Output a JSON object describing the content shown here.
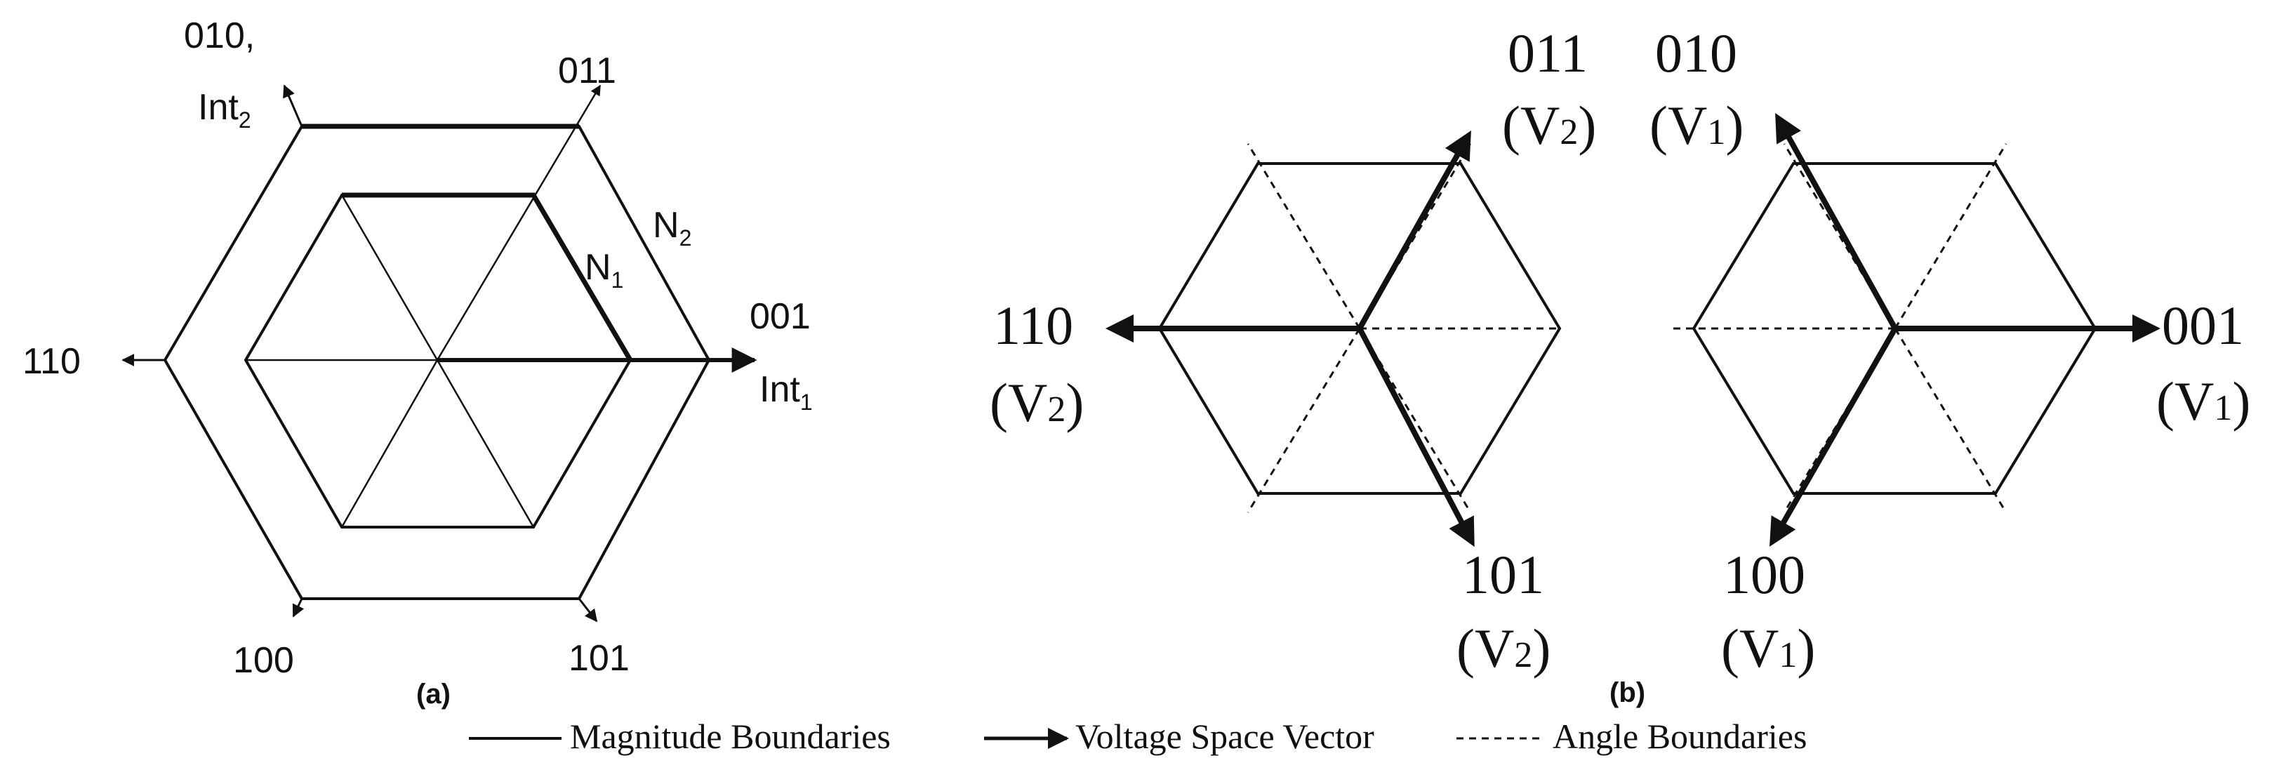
{
  "panel_a": {
    "caption": "(a)",
    "vectors": {
      "v001": "001",
      "v001_sub": "Int",
      "v001_sub_index": "1",
      "v011": "011",
      "v010": "010,",
      "v010_sub": "Int",
      "v010_sub_index": "2",
      "v110": "110",
      "v100": "100",
      "v101": "101"
    },
    "hexagon_labels": {
      "n1": "N",
      "n1_index": "1",
      "n2": "N",
      "n2_index": "2"
    }
  },
  "panel_b": {
    "caption": "(b)",
    "left_hexagon": {
      "top": "011",
      "top_sub": "(V",
      "top_sub_index": "2",
      "top_sub_close": ")",
      "left": "110",
      "left_sub": "(V",
      "left_sub_index": "2",
      "left_sub_close": ")",
      "bottom": "101",
      "bottom_sub": "(V",
      "bottom_sub_index": "2",
      "bottom_sub_close": ")"
    },
    "right_hexagon": {
      "top": "010",
      "top_sub": "(V",
      "top_sub_index": "1",
      "top_sub_close": ")",
      "right": "001",
      "right_sub": "(V",
      "right_sub_index": "1",
      "right_sub_close": ")",
      "bottom": "100",
      "bottom_sub": "(V",
      "bottom_sub_index": "1",
      "bottom_sub_close": ")"
    }
  },
  "legend": {
    "magnitude": "Magnitude Boundaries",
    "voltage": "Voltage Space Vector",
    "angle": "Angle Boundaries"
  }
}
